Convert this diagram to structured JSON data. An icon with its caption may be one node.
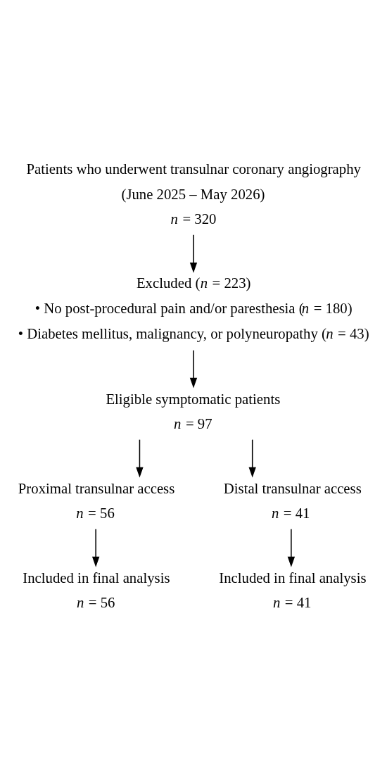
{
  "diagram": {
    "nodes": [
      {
        "text": [
          "Patients who underwent transulnar coronary angiography",
          "(June 2025 – May 2026)",
          "*n* = 320"
        ]
      },
      {
        "text": [
          "Excluded (*n* = 223)",
          "• No post-procedural pain and/or paresthesia (*n* = 180)",
          "• Diabetes mellitus, malignancy, or polyneuropathy (*n* = 43)"
        ]
      },
      {
        "text": [
          "Eligible symptomatic patients",
          "*n* = 97"
        ]
      },
      {
        "text": [
          "Proximal transulnar access",
          "*n* = 56"
        ]
      },
      {
        "text": [
          "Distal transulnar access",
          "*n* = 41"
        ]
      },
      {
        "text": [
          "Included in final analysis",
          "*n* = 56"
        ]
      },
      {
        "text": [
          "Included in final analysis",
          "*n* = 41"
        ]
      }
    ],
    "edges": [
      {
        "from": 0,
        "to": 1,
        "arrow": "to"
      },
      {
        "from": 1,
        "to": 2,
        "arrow": "to"
      },
      {
        "from": 2,
        "to": 3,
        "arrow": "to"
      },
      {
        "from": 2,
        "to": 4,
        "arrow": "to"
      },
      {
        "from": 3,
        "to": 5,
        "arrow": "to"
      },
      {
        "from": 4,
        "to": 6,
        "arrow": "to"
      }
    ]
  }
}
